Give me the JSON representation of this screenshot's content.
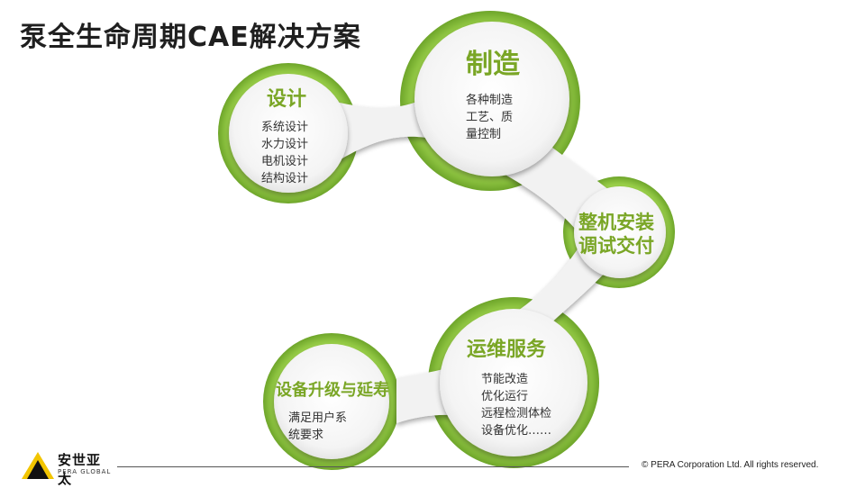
{
  "title": "泵全生命周期CAE解决方案",
  "nodes": {
    "design": {
      "title": "设计",
      "items": [
        "系统设计",
        "水力设计",
        "电机设计",
        "结构设计"
      ]
    },
    "manufacture": {
      "title": "制造",
      "items": [
        "各种制造",
        "工艺、质",
        "量控制"
      ]
    },
    "assembly": {
      "title_lines": [
        "整机安装",
        "调试交付"
      ]
    },
    "operation": {
      "title": "运维服务",
      "items": [
        "节能改造",
        "优化运行",
        "远程检测体检",
        "设备优化……"
      ]
    },
    "upgrade": {
      "title": "设备升级与延寿",
      "items": [
        "满足用户系",
        "统要求"
      ]
    }
  },
  "footer": {
    "logo_text": "安世亚太",
    "logo_subtext": "PERA GLOBAL",
    "copyright": "©  PERA Corporation Ltd. All rights reserved."
  },
  "colors": {
    "accent_green": "#8cc63f",
    "title_green": "#7aa626"
  }
}
